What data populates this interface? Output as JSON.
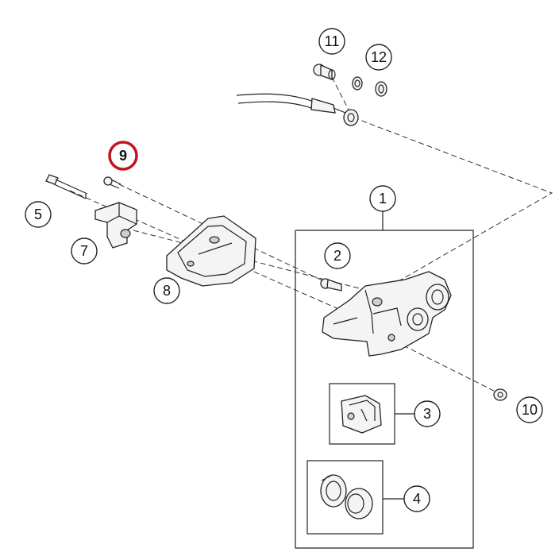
{
  "callouts": [
    {
      "id": "1",
      "label": "1"
    },
    {
      "id": "2",
      "label": "2"
    },
    {
      "id": "3",
      "label": "3"
    },
    {
      "id": "4",
      "label": "4"
    },
    {
      "id": "5",
      "label": "5"
    },
    {
      "id": "7",
      "label": "7"
    },
    {
      "id": "8",
      "label": "8"
    },
    {
      "id": "9",
      "label": "9",
      "highlighted": true
    },
    {
      "id": "10",
      "label": "10"
    },
    {
      "id": "11",
      "label": "11"
    },
    {
      "id": "12",
      "label": "12"
    }
  ],
  "colors": {
    "highlight": "#c0141e",
    "line": "#222222",
    "background": "#ffffff"
  }
}
